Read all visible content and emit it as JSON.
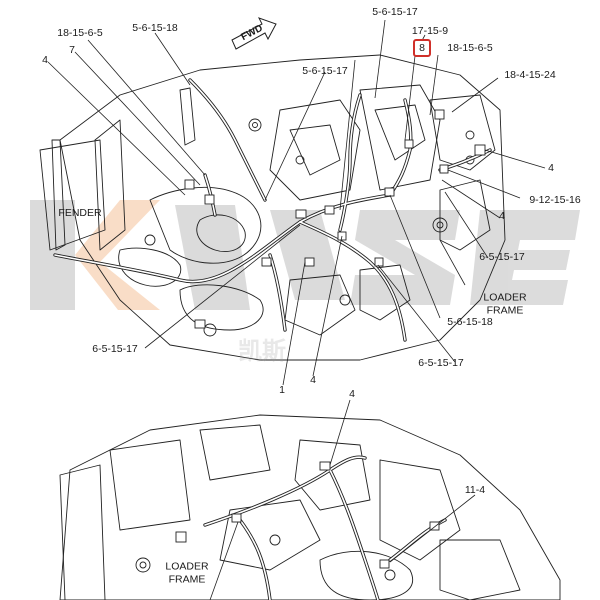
{
  "watermark": {
    "logo_text": "K",
    "cn_text": "凯斯"
  },
  "direction_arrow": {
    "label": "FWD"
  },
  "callouts": {
    "c_18_15_6_5_a": "18-15-6-5",
    "c_5_6_15_18_a": "5-6-15-18",
    "c_5_6_15_17_top": "5-6-15-17",
    "c_17_15_9": "17-15-9",
    "c_8": "8",
    "c_18_15_6_5_b": "18-15-6-5",
    "c_7": "7",
    "c_4_a": "4",
    "c_5_6_15_17_mid": "5-6-15-17",
    "c_18_4_15_24": "18-4-15-24",
    "c_4_b": "4",
    "c_9_12_15_16": "9-12-15-16",
    "c_fender": "FENDER",
    "c_4_c": "4",
    "c_6_5_15_17_r": "6-5-15-17",
    "c_loader_frame_a": "LOADER\nFRAME",
    "c_5_6_15_18_b": "5-6-15-18",
    "c_6_5_15_17_l": "6-5-15-17",
    "c_6_5_15_17_b": "6-5-15-17",
    "c_1": "1",
    "c_4_d": "4",
    "c_4_e": "4",
    "c_11_4": "11-4",
    "c_loader_frame_b": "LOADER\nFRAME"
  },
  "colors": {
    "line": "#222222",
    "highlight_box": "#d0302a",
    "watermark_orange": "#f0a060",
    "watermark_gray": "#9a9a9a"
  }
}
